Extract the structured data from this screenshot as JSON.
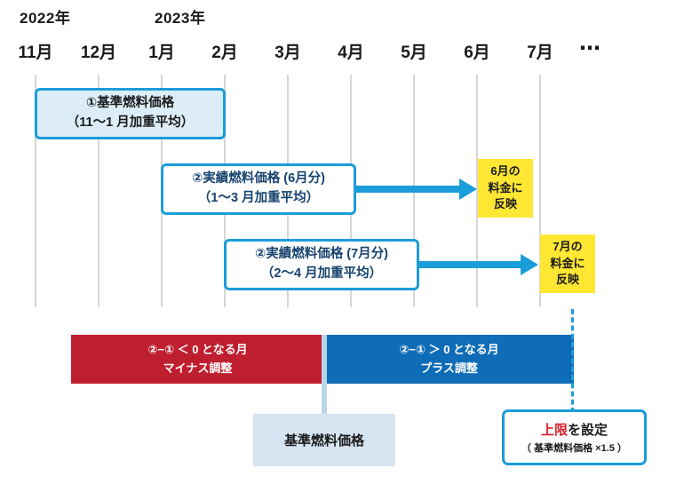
{
  "timeline": {
    "years": [
      "2022年",
      "2023年"
    ],
    "months": [
      "11月",
      "12月",
      "1月",
      "2月",
      "3月",
      "4月",
      "5月",
      "6月",
      "7月"
    ],
    "ellipsis": "⋯"
  },
  "boxes": {
    "base_price": {
      "line1": "①基準燃料価格",
      "line2": "（11〜1 月加重平均）"
    },
    "actual_jun": {
      "line1": "②実績燃料価格 (6月分)",
      "line2": "（1〜3 月加重平均）"
    },
    "actual_jul": {
      "line1": "②実績燃料価格 (7月分)",
      "line2": "（2〜4 月加重平均）"
    },
    "reflect_jun": {
      "line1": "6月の",
      "line2": "料金に",
      "line3": "反映"
    },
    "reflect_jul": {
      "line1": "7月の",
      "line2": "料金に",
      "line3": "反映"
    }
  },
  "bars": {
    "minus": {
      "line1": "②−① ＜ 0 となる月",
      "line2": "マイナス調整"
    },
    "plus": {
      "line1": "②−① ＞ 0 となる月",
      "line2": "プラス調整"
    }
  },
  "notes": {
    "base_label": "基準燃料価格",
    "cap_highlight": "上限",
    "cap_rest": "を設定",
    "cap_detail": "（ 基準燃料価格 ×1.5 ）"
  },
  "colors": {
    "accent_blue": "#1b9dd9",
    "bar_red": "#bf1e2e",
    "bar_blue": "#0f6cb6",
    "reflect_yellow": "#ffe733",
    "box_fill_blue": "#dcedf8",
    "footer_fill_blue": "#d7e4f1",
    "grid_gray": "#d6d6d6"
  }
}
